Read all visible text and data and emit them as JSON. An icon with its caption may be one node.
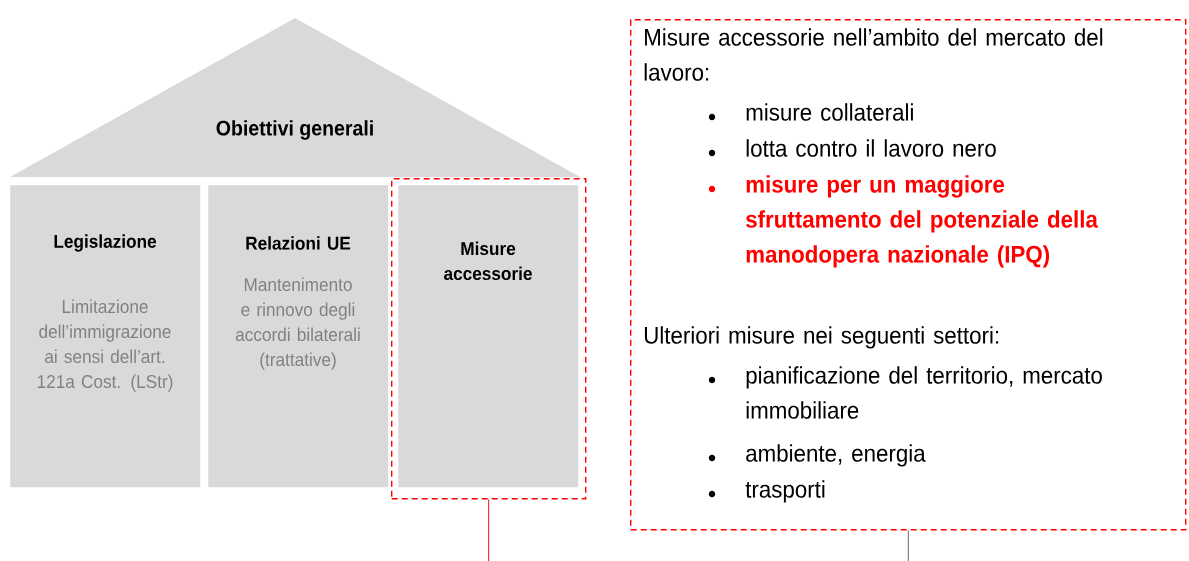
{
  "diagram": {
    "nodes": [
      {
        "text": [
          "Obiettivi generali"
        ]
      },
      {
        "text": [
          "Legislazione",
          "Limitazione dell’immigrazione ai sensi dell’art. 121a Cost. (LStr)"
        ]
      },
      {
        "text": [
          "Relazioni UE",
          "Mantenimento e rinnovo degli accordi bilaterali (trattative)"
        ]
      },
      {
        "text": [],
        "shape": "box"
      },
      {
        "text": [
          "Misure accessorie"
        ],
        "in": 3
      },
      {
        "text": [
          "Misure accessorie nell’ambito del mercato del lavoro:",
          "misure collaterali",
          "lotta contro il lavoro nero",
          "misure per un maggiore sfruttamento del potenziale della manodopera nazionale (IPQ)",
          "Ulteriori misure nei seguenti settori:",
          "pianificazione del territorio, mercato immobiliare",
          "ambiente, energia",
          "trasporti"
        ]
      }
    ],
    "edges": [
      {
        "from": 3,
        "to": null,
        "arrow": "none",
        "color": "#ff0000"
      },
      {
        "from": 5,
        "to": null,
        "arrow": "none",
        "color": "#555555"
      }
    ]
  }
}
